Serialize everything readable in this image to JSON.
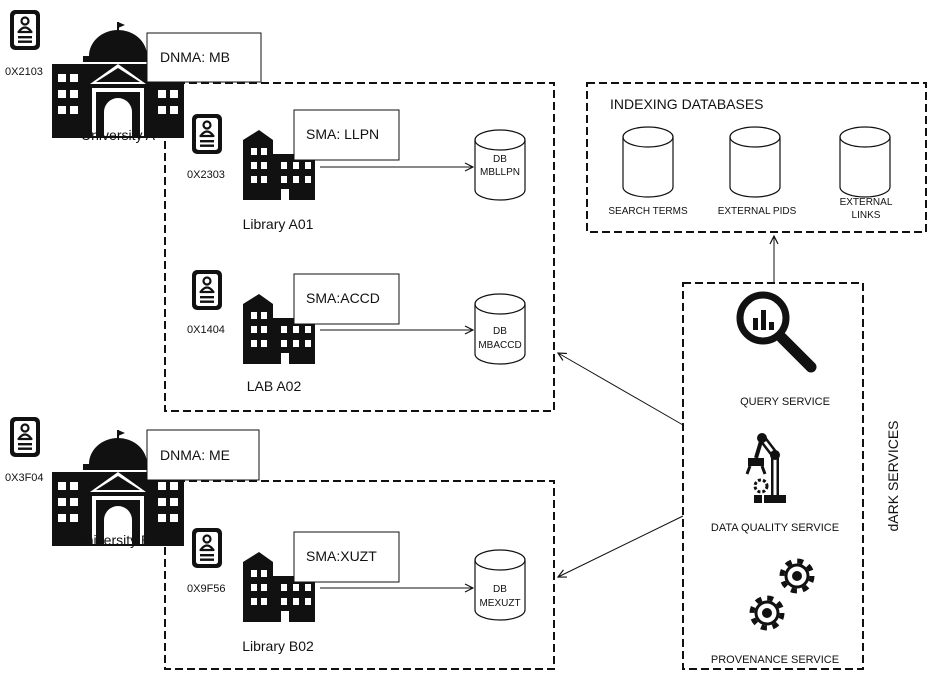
{
  "universities": [
    {
      "name": "University A",
      "id_code": "0X2103",
      "dnma": "DNMA: MB"
    },
    {
      "name": "University B",
      "id_code": "0X3F04",
      "dnma": "DNMA: ME"
    }
  ],
  "units": [
    {
      "name": "Library A01",
      "id_code": "0X2303",
      "sma": "SMA: LLPN",
      "db": [
        "DB",
        "MBLLPN"
      ]
    },
    {
      "name": "LAB A02",
      "id_code": "0X1404",
      "sma": "SMA:ACCD",
      "db": [
        "DB",
        "MBACCD"
      ]
    },
    {
      "name": "Library B02",
      "id_code": "0X9F56",
      "sma": "SMA:XUZT",
      "db": [
        "DB",
        "MEXUZT"
      ]
    }
  ],
  "indexing": {
    "title": "INDEXING DATABASES",
    "dbs": [
      {
        "lines": [
          "SEARCH TERMS"
        ]
      },
      {
        "lines": [
          "EXTERNAL PIDS"
        ]
      },
      {
        "lines": [
          "EXTERNAL",
          "LINKS"
        ]
      }
    ]
  },
  "services": {
    "title": "dARK SERVICES",
    "query": "QUERY SERVICE",
    "quality": "DATA QUALITY SERVICE",
    "provenance": "PROVENANCE SERVICE"
  }
}
